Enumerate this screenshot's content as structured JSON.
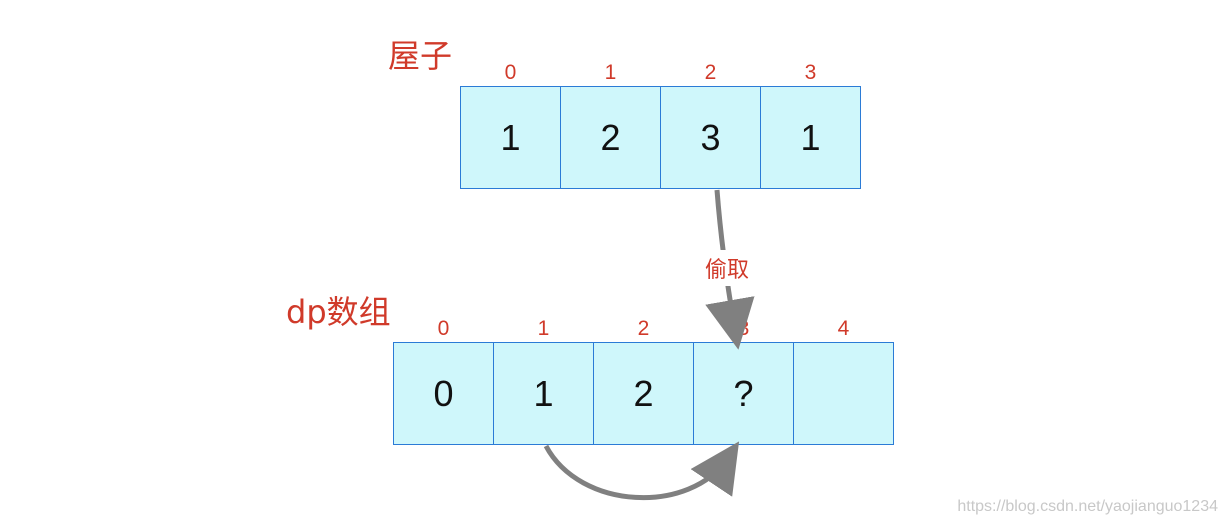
{
  "houses": {
    "label": "屋子",
    "indices": [
      "0",
      "1",
      "2",
      "3"
    ],
    "values": [
      "1",
      "2",
      "3",
      "1"
    ]
  },
  "dp": {
    "label": "dp数组",
    "indices": [
      "0",
      "1",
      "2",
      "3",
      "4"
    ],
    "values": [
      "0",
      "1",
      "2",
      "?",
      ""
    ]
  },
  "arrow_label": "偷取",
  "watermark": "https://blog.csdn.net/yaojianguo1234",
  "colors": {
    "cell_fill": "#cff7fb",
    "cell_border": "#2b7bd6",
    "label_red": "#d03a2a",
    "arrow_gray": "#808080"
  }
}
